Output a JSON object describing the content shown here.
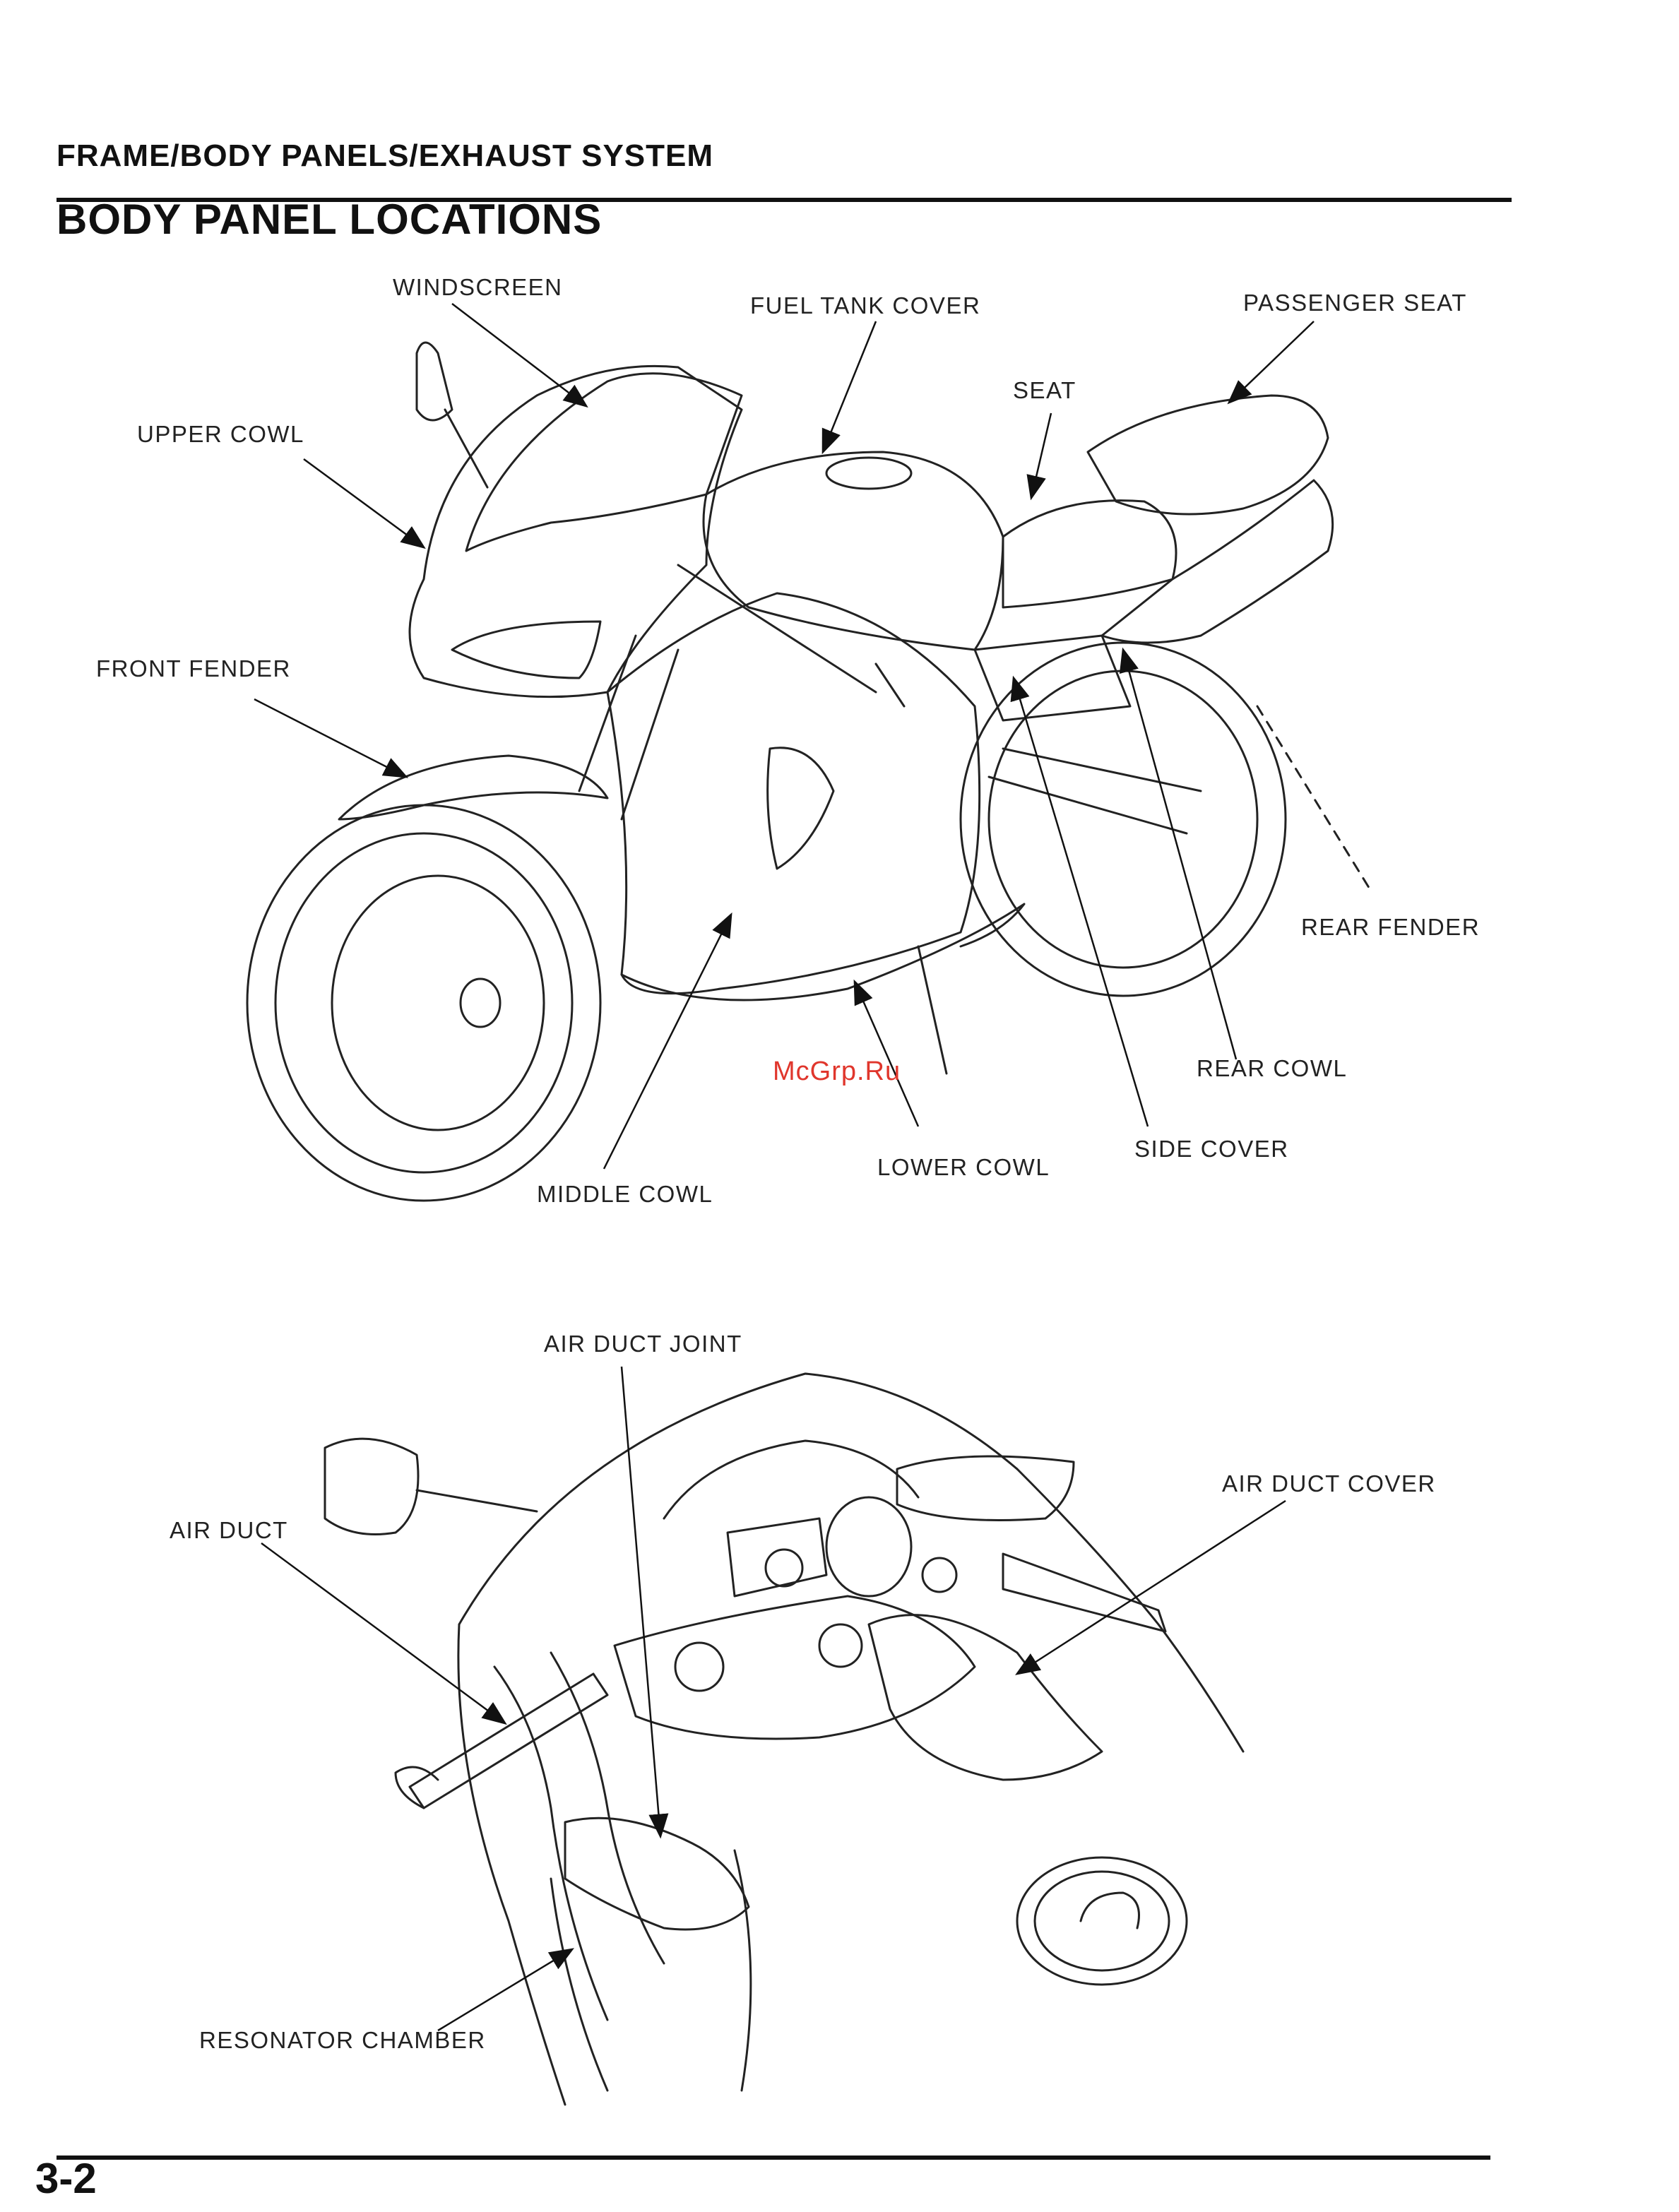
{
  "header": {
    "section": "FRAME/BODY PANELS/EXHAUST SYSTEM",
    "title": "BODY PANEL LOCATIONS"
  },
  "labels_top": {
    "windscreen": "WINDSCREEN",
    "fuel_tank_cover": "FUEL TANK COVER",
    "passenger_seat": "PASSENGER SEAT",
    "seat": "SEAT",
    "upper_cowl": "UPPER COWL",
    "front_fender": "FRONT FENDER",
    "rear_fender": "REAR FENDER",
    "rear_cowl": "REAR COWL",
    "side_cover": "SIDE COVER",
    "lower_cowl": "LOWER COWL",
    "middle_cowl": "MIDDLE COWL"
  },
  "watermark": "McGrp.Ru",
  "labels_bottom": {
    "air_duct_joint": "AIR DUCT JOINT",
    "air_duct_cover": "AIR DUCT COVER",
    "air_duct": "AIR DUCT",
    "resonator_chamber": "RESONATOR CHAMBER"
  },
  "footer": {
    "page_number": "3-2"
  }
}
